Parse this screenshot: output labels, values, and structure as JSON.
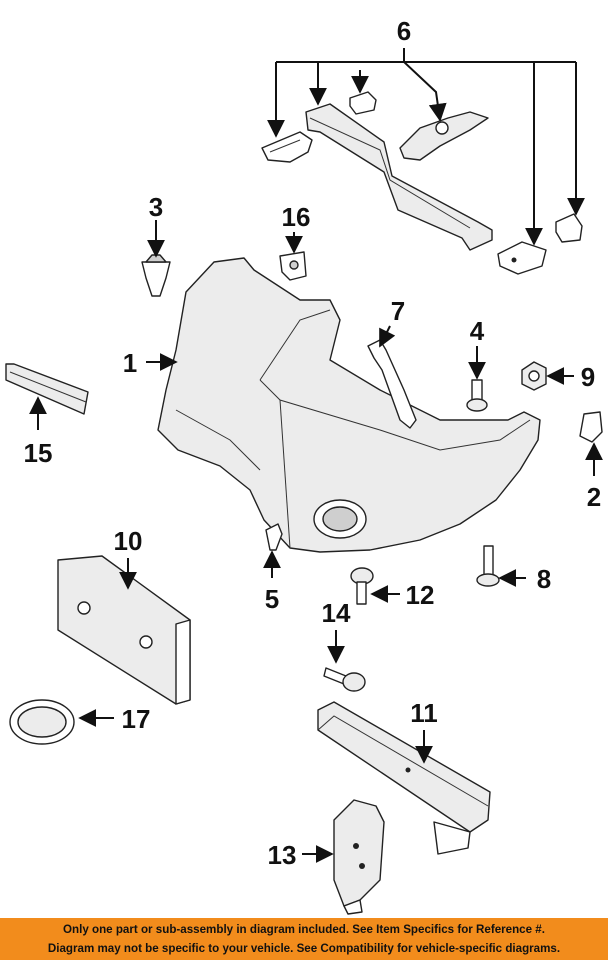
{
  "callouts": {
    "c1": "1",
    "c2": "2",
    "c3": "3",
    "c4": "4",
    "c5": "5",
    "c6": "6",
    "c7": "7",
    "c8": "8",
    "c9": "9",
    "c10": "10",
    "c11": "11",
    "c12": "12",
    "c13": "13",
    "c14": "14",
    "c15": "15",
    "c16": "16",
    "c17": "17"
  },
  "footer": {
    "line1": "Only one part or sub-assembly in diagram included. See Item Specifics for Reference #.",
    "line2": "Diagram may not be specific to your vehicle. See Compatibility for vehicle-specific diagrams."
  },
  "colors": {
    "footer_bg": "#f28c1c",
    "ink": "#111111"
  }
}
